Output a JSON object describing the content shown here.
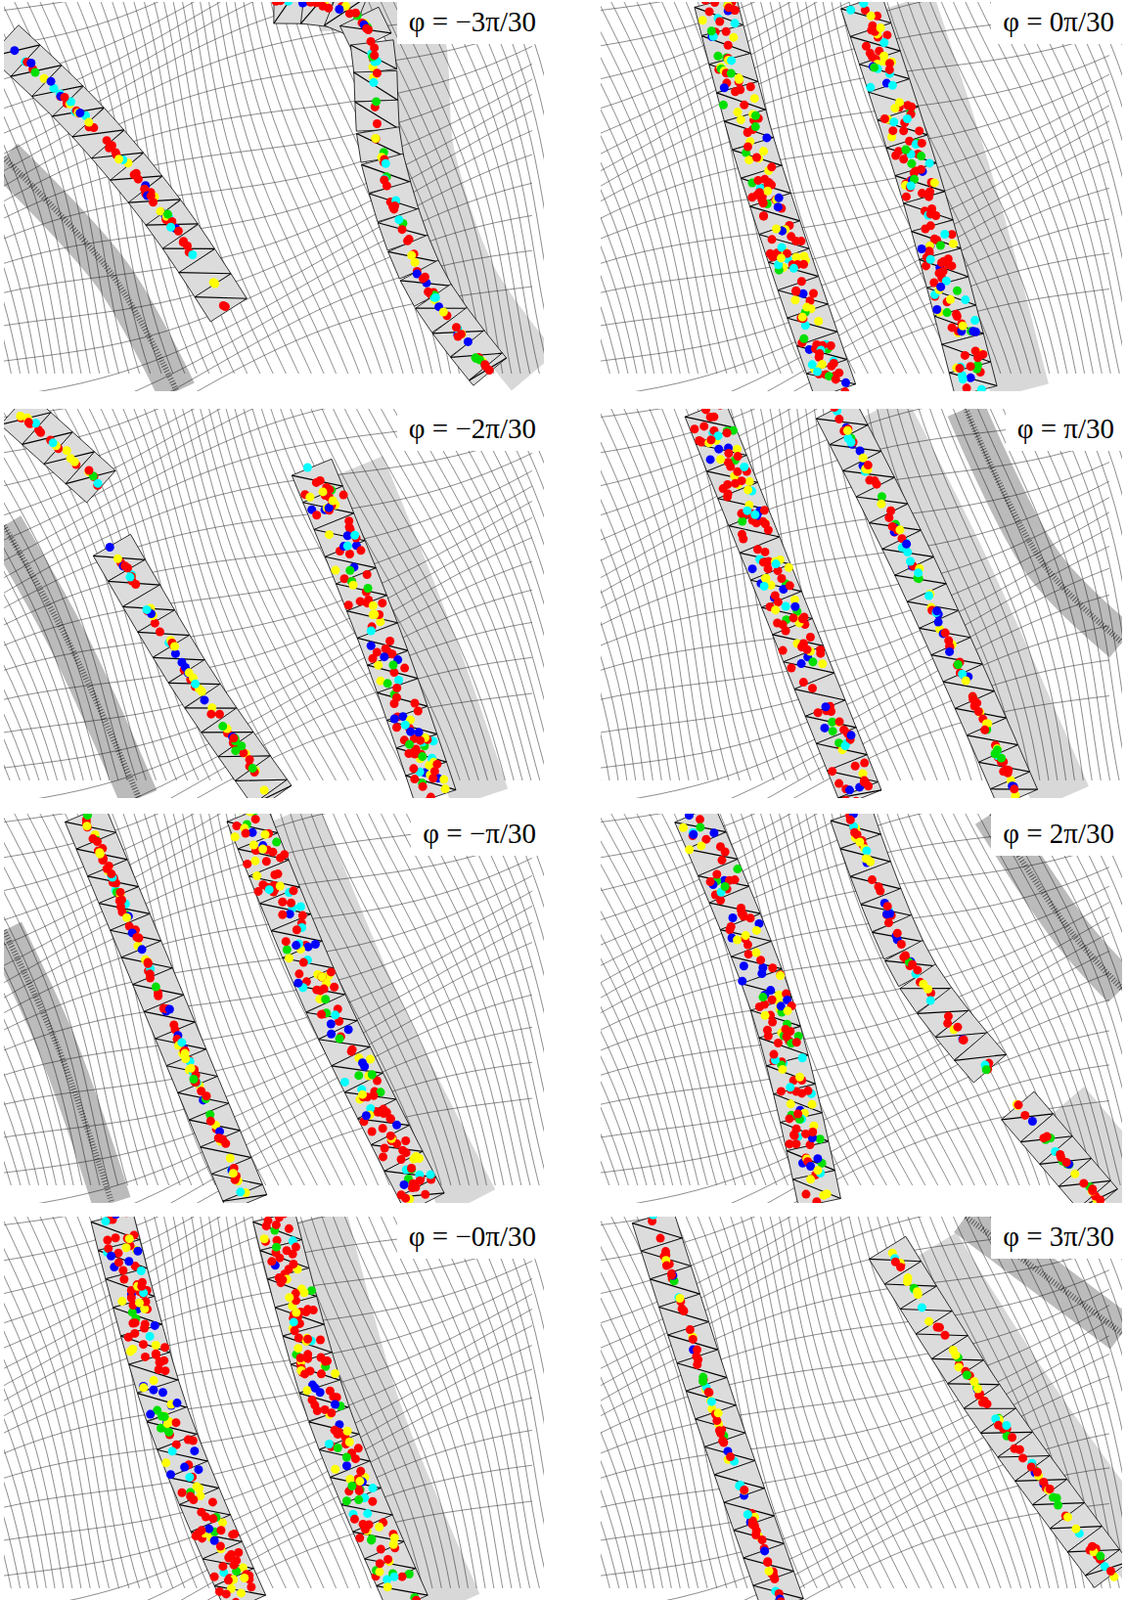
{
  "diagram": {
    "labels": [
      "φ = −3π/30",
      "φ = 0π/30",
      "φ = −2π/30",
      "φ = π/30",
      "φ = −π/30",
      "φ = 2π/30",
      "φ = −0π/30",
      "φ = 3π/30"
    ]
  }
}
